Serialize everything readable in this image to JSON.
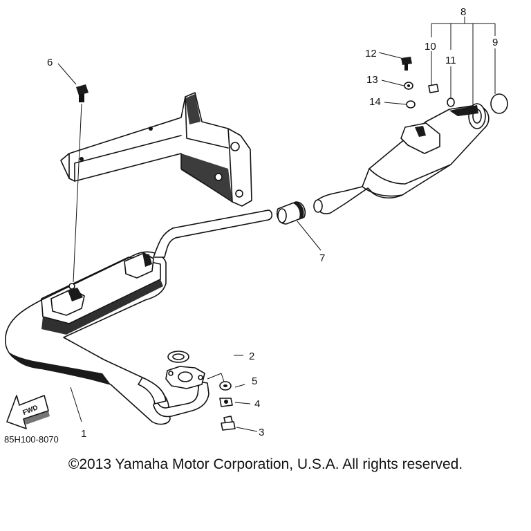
{
  "diagram": {
    "callouts": [
      {
        "id": "1",
        "label": "1"
      },
      {
        "id": "2",
        "label": "2"
      },
      {
        "id": "3",
        "label": "3"
      },
      {
        "id": "4",
        "label": "4"
      },
      {
        "id": "5",
        "label": "5"
      },
      {
        "id": "6",
        "label": "6"
      },
      {
        "id": "7",
        "label": "7"
      },
      {
        "id": "8",
        "label": "8"
      },
      {
        "id": "9",
        "label": "9"
      },
      {
        "id": "10",
        "label": "10"
      },
      {
        "id": "11",
        "label": "11"
      },
      {
        "id": "12",
        "label": "12"
      },
      {
        "id": "13",
        "label": "13"
      },
      {
        "id": "14",
        "label": "14"
      }
    ],
    "fwd_label": "FWD",
    "part_number": "85H100-8070"
  },
  "copyright": "©2013 Yamaha Motor Corporation, U.S.A. All rights reserved."
}
